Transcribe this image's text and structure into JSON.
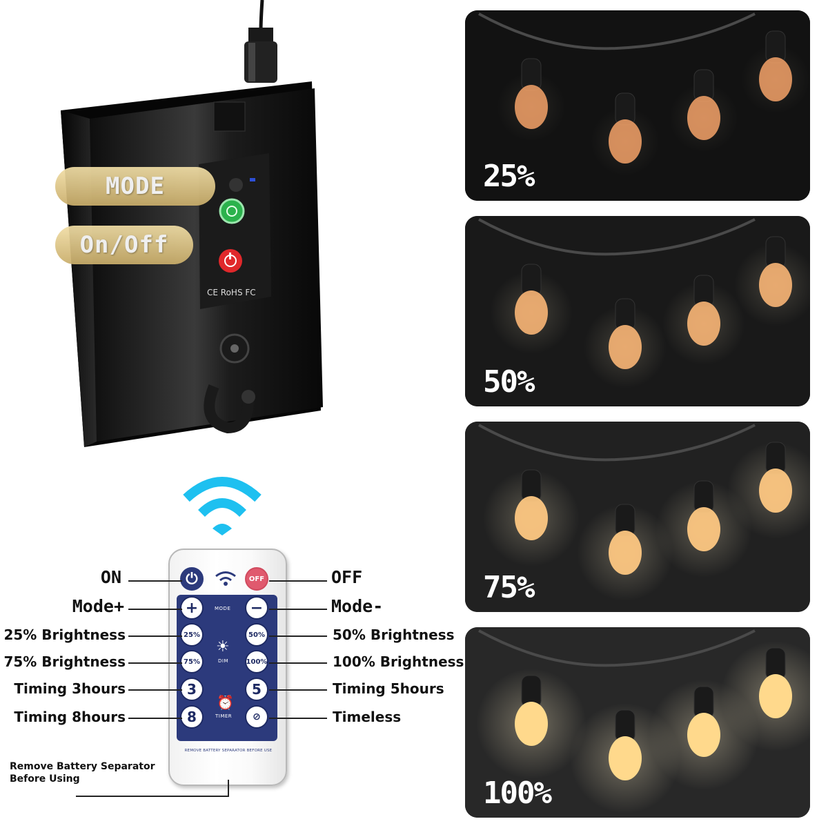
{
  "controller": {
    "callouts": {
      "mode": "MODE",
      "onoff": "On/Off"
    },
    "certification": "CE RoHS FC",
    "button_labels": {
      "mode": "MODE",
      "onoff": "ON/OFF"
    }
  },
  "remote": {
    "buttons": {
      "on": "⏻",
      "off": "OFF",
      "plus": "+",
      "minus": "−",
      "b25": "25%",
      "b50": "50%",
      "b75": "75%",
      "b100": "100%",
      "t3": "3",
      "t5": "5",
      "t8": "8",
      "timeless": "⊘"
    },
    "panel_text": {
      "mode": "MODE",
      "dim": "DIM",
      "timer": "TIMER"
    },
    "bottom_text": "REMOVE BATTERY SEPARATOR BEFORE USE"
  },
  "labels": {
    "on": "ON",
    "off": "OFF",
    "mode_plus": "Mode+",
    "mode_minus": "Mode-",
    "b25": "25% Brightness",
    "b50": "50% Brightness",
    "b75": "75% Brightness",
    "b100": "100% Brightness",
    "t3": "Timing 3hours",
    "t5": "Timing 5hours",
    "t8": "Timing 8hours",
    "timeless": "Timeless",
    "battery_line1": "Remove Battery Separator",
    "battery_line2": "Before Using"
  },
  "panels": [
    {
      "label": "25%",
      "brightness": 0.25
    },
    {
      "label": "50%",
      "brightness": 0.5
    },
    {
      "label": "75%",
      "brightness": 0.75
    },
    {
      "label": "100%",
      "brightness": 1.0
    }
  ],
  "colors": {
    "remote_panel": "#2c3a7c",
    "mode_button": "#2bb24c",
    "power_button": "#e0282b",
    "wifi": "#1ec0f0",
    "callout": "#d9bf7e"
  }
}
